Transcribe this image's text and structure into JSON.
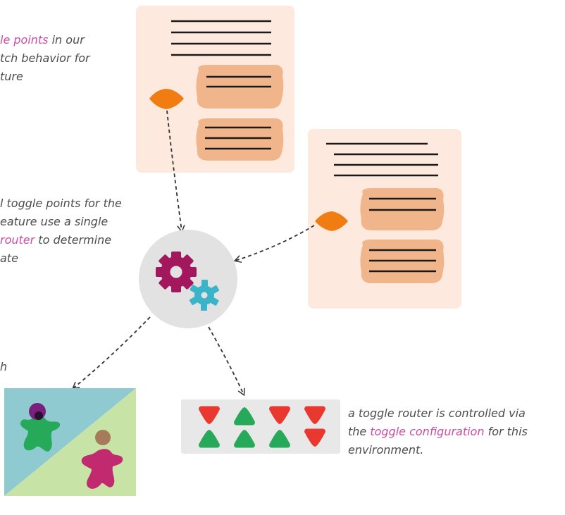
{
  "captions": {
    "top_left": {
      "line1_highlight": "le points",
      "line1_rest": " in our",
      "line2": "tch behavior for",
      "line3": "ture"
    },
    "middle_left": {
      "line1": "l toggle points for the",
      "line2": "eature use a single",
      "line3_highlight": "router",
      "line3_rest": " to determine",
      "line4": "ate"
    },
    "lower_left": {
      "line1": "h"
    },
    "right": {
      "line1": "a toggle router is controlled via",
      "line2_prefix": "the ",
      "line2_highlight": "toggle configuration",
      "line2_suffix": " for this",
      "line3": "environment."
    }
  },
  "colors": {
    "card": "#fde9dd",
    "codeblock": "#f1b58c",
    "toggle_point": "#f07c12",
    "router_circle": "#e2e2e2",
    "gear_large": "#a3175e",
    "gear_small": "#3bb3c8",
    "config_panel": "#e8e8e8",
    "toggle_on": "#27a95a",
    "toggle_off": "#e8382f",
    "highlight": "#c74ea8",
    "env_blue": "#8fcad0",
    "env_green": "#c7e3a5"
  },
  "toggle_config": [
    "off",
    "on",
    "off",
    "off",
    "on",
    "on",
    "on",
    "off"
  ]
}
